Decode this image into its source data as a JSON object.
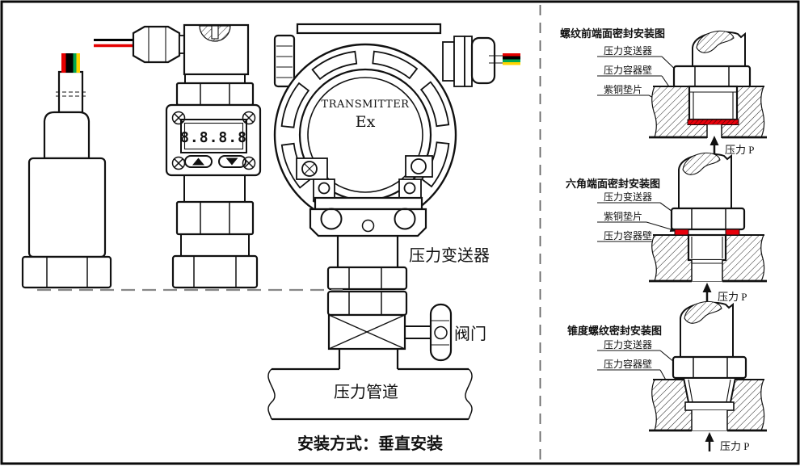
{
  "left_panel": {
    "display_value": "8.8.8.8",
    "face_line1": "TRANSMITTER",
    "face_line2": "Ex",
    "transmitter_label": "压力变送器",
    "valve_label": "阀门",
    "pipe_label": "压力管道",
    "caption": "安装方式：垂直安装"
  },
  "right_panel": {
    "diagrams": [
      {
        "title": "螺纹前端面密封安装图",
        "labels": [
          "压力变送器",
          "压力容器壁",
          "紫铜垫片"
        ],
        "pressure_label": "压力 P"
      },
      {
        "title": "六角端面密封安装图",
        "labels": [
          "压力变送器",
          "紫铜垫片",
          "压力容器壁"
        ],
        "pressure_label": "压力 P"
      },
      {
        "title": "锥度螺纹密封安装图",
        "labels": [
          "压力变送器",
          "压力容器壁"
        ],
        "pressure_label": "压力 P"
      }
    ]
  },
  "colors": {
    "line": "#111111",
    "wire_red": "#e60000",
    "wire_black": "#000000",
    "wire_green": "#00a651",
    "wire_yellow": "#ffd400",
    "gasket_red": "#e8000b"
  }
}
